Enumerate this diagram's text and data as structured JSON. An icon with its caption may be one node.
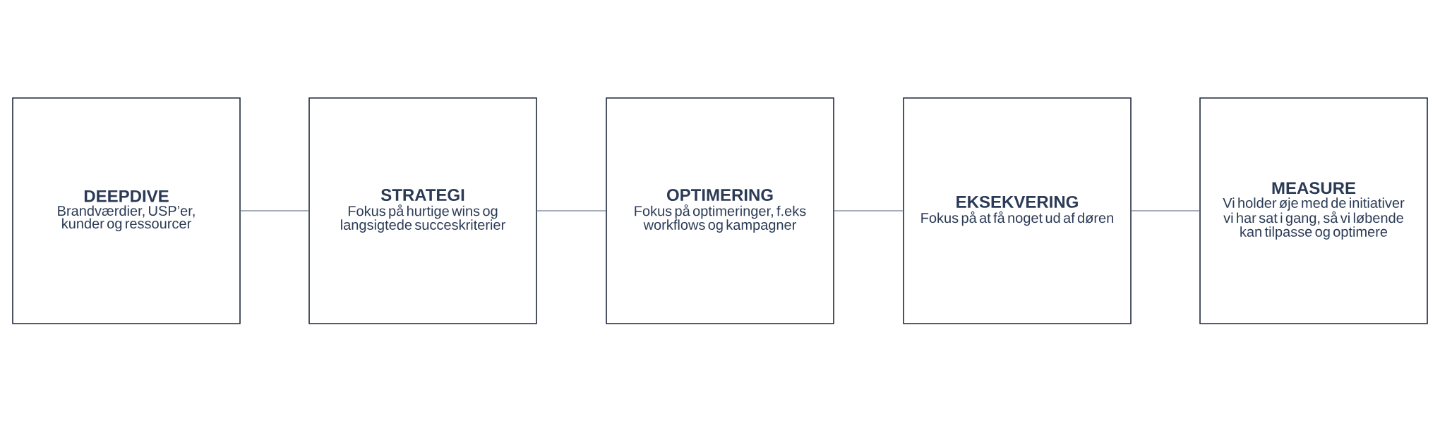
{
  "diagram": {
    "nodes": [
      {
        "text": [
          "DEEPDIVE",
          "Brandværdier, USP’er, kunder og ressourcer"
        ]
      },
      {
        "text": [
          "STRATEGI",
          "Fokus på hurtige wins og langsigtede succeskriterier"
        ]
      },
      {
        "text": [
          "OPTIMERING",
          "Fokus på optimeringer, f.eks workflows og kampagner"
        ]
      },
      {
        "text": [
          "EKSEKVERING",
          "Fokus på at få noget ud af døren"
        ]
      },
      {
        "text": [
          "MEASURE",
          "Vi holder øje med de initiativer vi har sat i gang, så vi løbende kan tilpasse og optimere"
        ]
      }
    ],
    "edges": [
      {
        "from": 0,
        "to": 1,
        "arrow": "none"
      },
      {
        "from": 1,
        "to": 2,
        "arrow": "none"
      },
      {
        "from": 2,
        "to": 3,
        "arrow": "none"
      },
      {
        "from": 3,
        "to": 4,
        "arrow": "none"
      }
    ]
  }
}
